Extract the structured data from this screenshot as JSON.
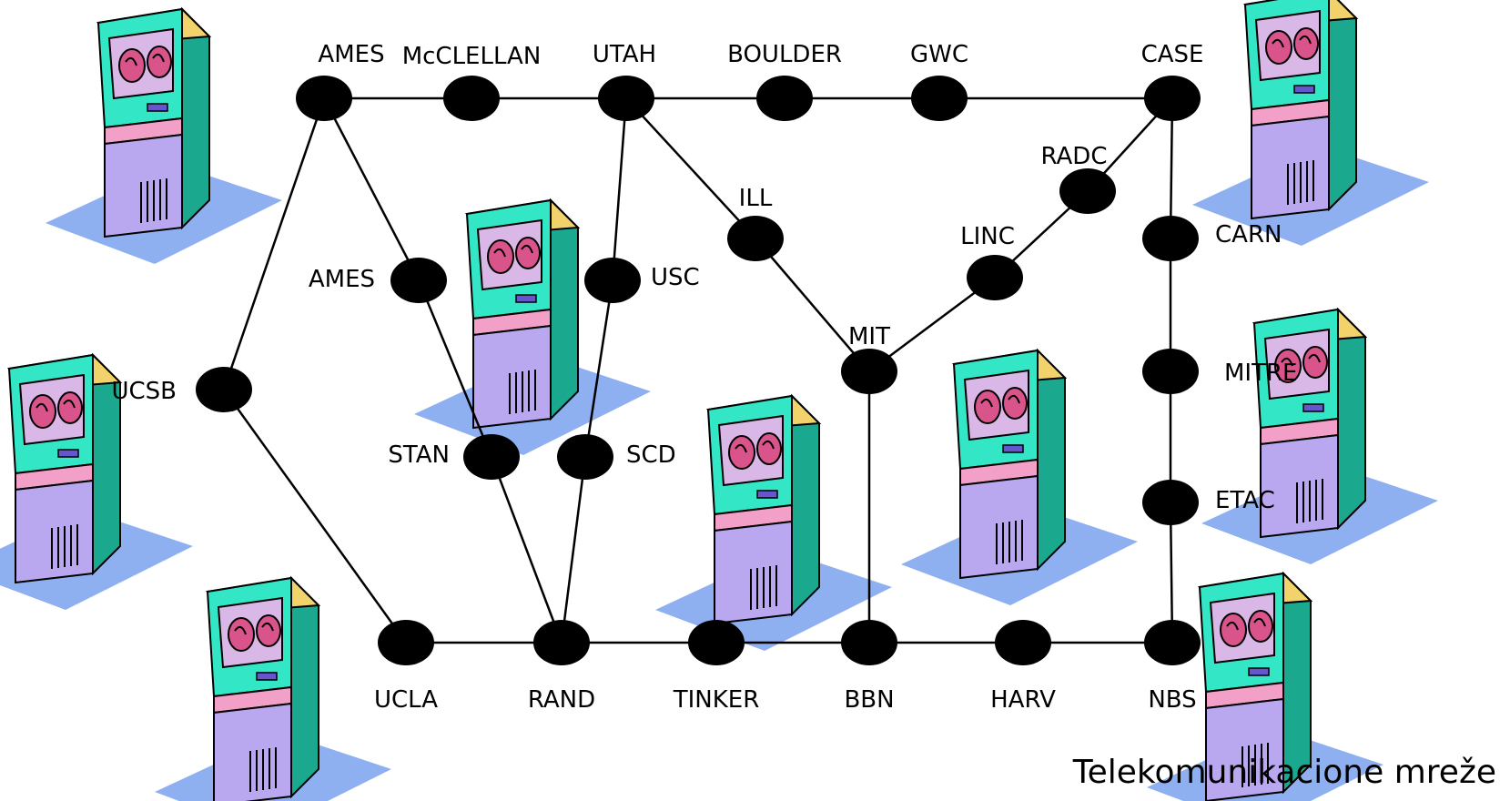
{
  "caption": "Telekomunikacione mreže",
  "computer_icon": "retro-computer-icon",
  "colors": {
    "case_body": "#33e6c6",
    "case_top": "#f2d36b",
    "screen_face": "#d9b8e8",
    "eye": "#d9548a",
    "base_front": "#b9a8f0",
    "shadow": "#8fb0f0",
    "stripe": "#f2a0c8"
  },
  "nodes": [
    {
      "id": "AMES1",
      "label": "AMES"
    },
    {
      "id": "MCC",
      "label": "McCLELLAN"
    },
    {
      "id": "UTAH",
      "label": "UTAH"
    },
    {
      "id": "BOULDER",
      "label": "BOULDER"
    },
    {
      "id": "GWC",
      "label": "GWC"
    },
    {
      "id": "CASE",
      "label": "CASE"
    },
    {
      "id": "RADC",
      "label": "RADC"
    },
    {
      "id": "ILL",
      "label": "ILL"
    },
    {
      "id": "LINC",
      "label": "LINC"
    },
    {
      "id": "CARN",
      "label": "CARN"
    },
    {
      "id": "AMES2",
      "label": "AMES"
    },
    {
      "id": "USC",
      "label": "USC"
    },
    {
      "id": "MIT",
      "label": "MIT"
    },
    {
      "id": "UCSB",
      "label": "UCSB"
    },
    {
      "id": "MITRE",
      "label": "MITRE"
    },
    {
      "id": "STAN",
      "label": "STAN"
    },
    {
      "id": "SCD",
      "label": "SCD"
    },
    {
      "id": "ETAC",
      "label": "ETAC"
    },
    {
      "id": "UCLA",
      "label": "UCLA"
    },
    {
      "id": "RAND",
      "label": "RAND"
    },
    {
      "id": "TINKER",
      "label": "TINKER"
    },
    {
      "id": "BBN",
      "label": "BBN"
    },
    {
      "id": "HARV",
      "label": "HARV"
    },
    {
      "id": "NBS",
      "label": "NBS"
    }
  ],
  "edges": [
    [
      "AMES1",
      "MCC"
    ],
    [
      "MCC",
      "UTAH"
    ],
    [
      "UTAH",
      "BOULDER"
    ],
    [
      "BOULDER",
      "GWC"
    ],
    [
      "GWC",
      "CASE"
    ],
    [
      "AMES1",
      "UCSB"
    ],
    [
      "AMES1",
      "AMES2"
    ],
    [
      "AMES2",
      "STAN"
    ],
    [
      "STAN",
      "RAND"
    ],
    [
      "UTAH",
      "USC"
    ],
    [
      "USC",
      "SCD"
    ],
    [
      "SCD",
      "RAND"
    ],
    [
      "UTAH",
      "ILL"
    ],
    [
      "ILL",
      "MIT"
    ],
    [
      "MIT",
      "LINC"
    ],
    [
      "LINC",
      "RADC"
    ],
    [
      "RADC",
      "CASE"
    ],
    [
      "CASE",
      "CARN"
    ],
    [
      "CARN",
      "MITRE"
    ],
    [
      "MITRE",
      "ETAC"
    ],
    [
      "ETAC",
      "NBS"
    ],
    [
      "MIT",
      "BBN"
    ],
    [
      "UCSB",
      "UCLA"
    ],
    [
      "UCLA",
      "RAND"
    ],
    [
      "RAND",
      "TINKER"
    ],
    [
      "TINKER",
      "BBN"
    ],
    [
      "BBN",
      "HARV"
    ],
    [
      "HARV",
      "NBS"
    ]
  ]
}
